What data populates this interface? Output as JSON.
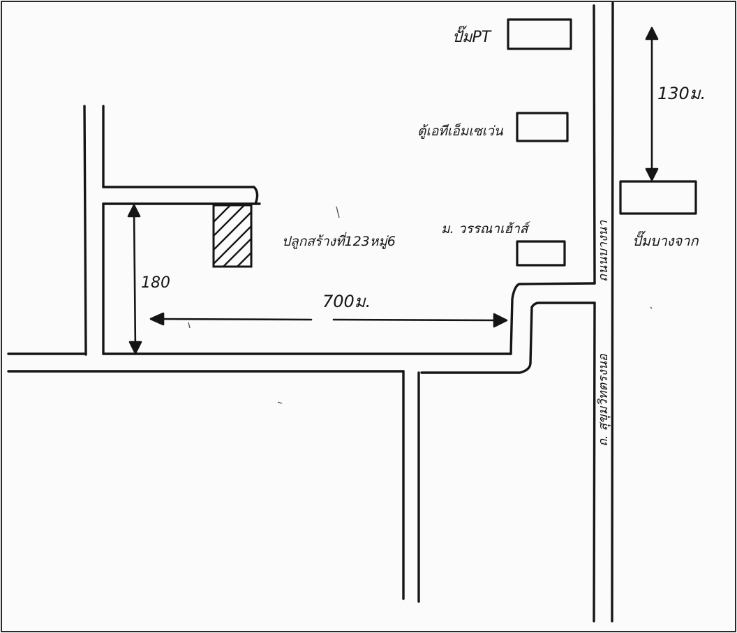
{
  "map": {
    "labels": {
      "pump_pt": "ปั๊มPT",
      "atm": "ตู้เอทีเอ็มเซเว่น",
      "plot": "ปลูกสร้างที่123หมู่6",
      "village": "ม. วรรณาเฮ้าส์",
      "pump_bangchak": "ปั๊มบางจาก",
      "road_main": "ถนนบางนา",
      "road_side": "ถ. สุขุมวิทตรงนอ",
      "dist_130": "130ม.",
      "dist_180": "180",
      "dist_700": "700ม."
    },
    "colors": {
      "ink": "#151515",
      "paper": "#fbfbfb"
    }
  }
}
